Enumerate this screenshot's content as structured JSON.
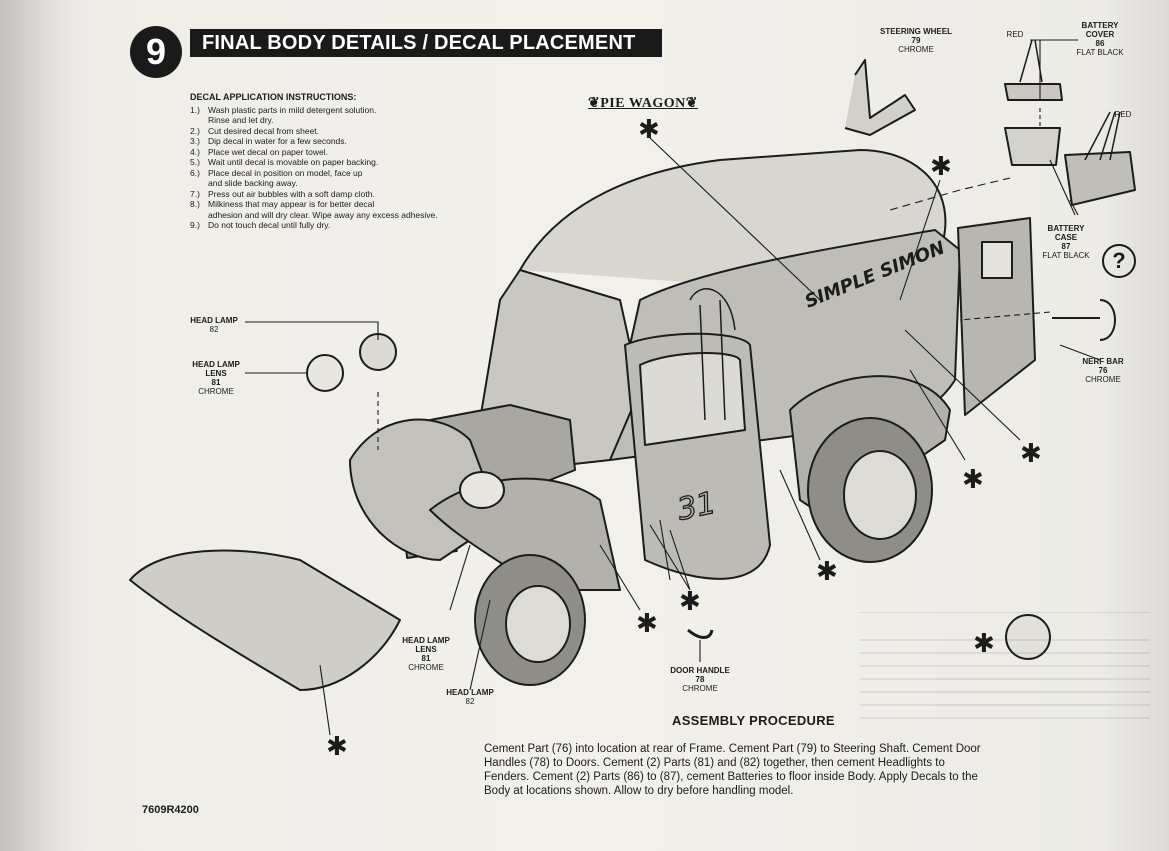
{
  "step": {
    "number": "9",
    "title": "FINAL BODY DETAILS / DECAL PLACEMENT"
  },
  "decal_instructions": {
    "heading": "DECAL APPLICATION INSTRUCTIONS:",
    "items": [
      {
        "n": "1.)",
        "text": "Wash plastic parts in mild detergent solution.\nRinse and let dry."
      },
      {
        "n": "2.)",
        "text": "Cut desired decal from sheet."
      },
      {
        "n": "3.)",
        "text": "Dip decal in water for a few seconds."
      },
      {
        "n": "4.)",
        "text": "Place wet decal on paper towel."
      },
      {
        "n": "5.)",
        "text": "Wait until decal is movable on paper backing."
      },
      {
        "n": "6.)",
        "text": "Place decal  in position on model, face up\nand slide backing away."
      },
      {
        "n": "7.)",
        "text": "Press out air bubbles with a soft damp cloth."
      },
      {
        "n": "8.)",
        "text": "Milkiness that may appear is for better decal\nadhesion and will dry clear. Wipe away any excess adhesive."
      },
      {
        "n": "9.)",
        "text": "Do not touch decal until fully dry."
      }
    ]
  },
  "title_tag": "PIE WAGON",
  "body_decals": {
    "side": "SIMPLE SIMON",
    "number": "31"
  },
  "parts": {
    "steering_wheel": {
      "name": "STEERING WHEEL",
      "number": "79",
      "finish": "CHROME"
    },
    "battery_cover": {
      "name": "BATTERY\nCOVER",
      "number": "86",
      "finish": "FLAT BLACK"
    },
    "battery_case": {
      "name": "BATTERY\nCASE",
      "number": "87",
      "finish": "FLAT BLACK"
    },
    "nerf_bar": {
      "name": "NERF BAR",
      "number": "76",
      "finish": "CHROME"
    },
    "head_lamp_top": {
      "name": "HEAD LAMP",
      "number": "82"
    },
    "head_lamp_lens_top": {
      "name": "HEAD LAMP\nLENS",
      "number": "81",
      "finish": "CHROME"
    },
    "head_lamp_lens_bottom": {
      "name": "HEAD LAMP\nLENS",
      "number": "81",
      "finish": "CHROME"
    },
    "head_lamp_bottom": {
      "name": "HEAD LAMP",
      "number": "82"
    },
    "door_handle": {
      "name": "DOOR HANDLE",
      "number": "78",
      "finish": "CHROME"
    }
  },
  "wire_color_labels": {
    "left": "RED",
    "right": "RED"
  },
  "question_mark": "?",
  "assembly": {
    "title": "ASSEMBLY PROCEDURE",
    "text": "Cement Part (76) into location at rear of Frame. Cement Part (79) to Steering Shaft. Cement Door Handles (78) to Doors. Cement (2) Parts (81) and (82) together, then cement Headlights to Fenders. Cement (2) Parts (86) to (87), cement Batteries to floor inside Body. Apply Decals to the Body at locations shown. Allow to dry before handling model."
  },
  "part_code": "7609R4200",
  "colors": {
    "ink": "#1c1c1c",
    "paper": "#efede8",
    "banner": "#1a1a1a"
  }
}
